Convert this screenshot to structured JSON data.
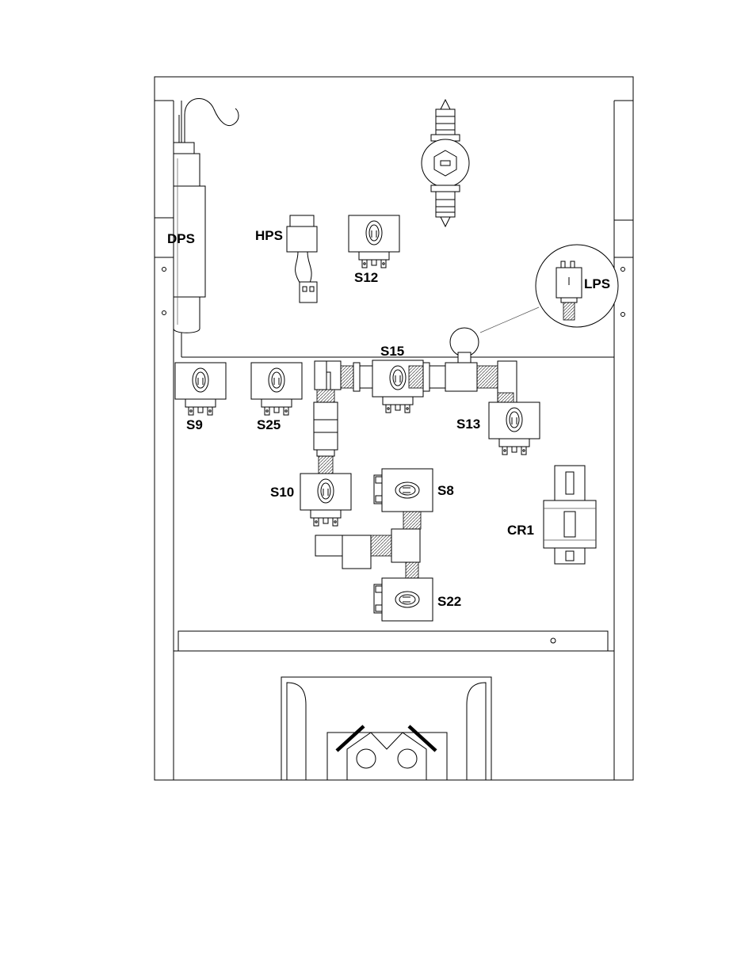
{
  "labels": {
    "dps": "DPS",
    "hps": "HPS",
    "s12": "S12",
    "lps": "LPS",
    "s15": "S15",
    "s9": "S9",
    "s25": "S25",
    "s13": "S13",
    "s10": "S10",
    "s8": "S8",
    "cr1": "CR1",
    "s22": "S22"
  },
  "icons": {
    "solenoid": "solenoid-valve-icon",
    "pressure_switch": "pressure-switch-icon",
    "relay": "relay-icon",
    "filter": "in-line-filter-icon",
    "manifold": "drain-manifold-icon"
  }
}
